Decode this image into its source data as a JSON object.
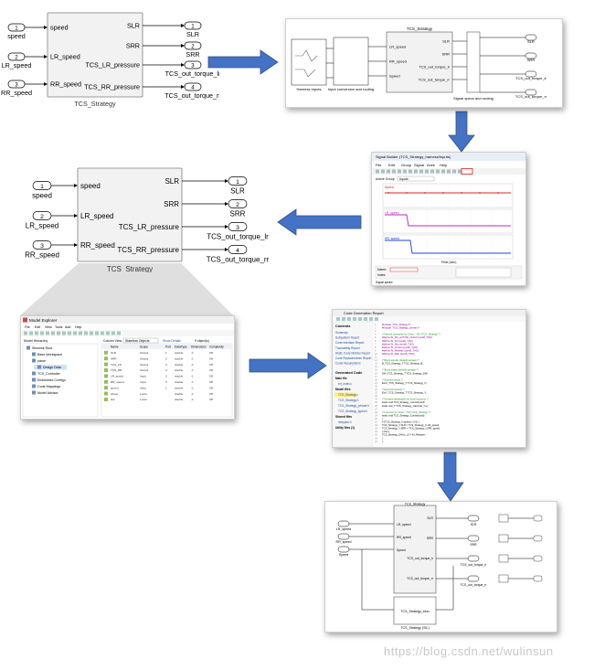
{
  "block1": {
    "inputs": [
      {
        "num": "1",
        "name": "speed",
        "port": "speed"
      },
      {
        "num": "2",
        "name": "LR_speed",
        "port": "LR_speed"
      },
      {
        "num": "3",
        "name": "RR_speed",
        "port": "RR_speed"
      }
    ],
    "outputs": [
      {
        "num": "1",
        "name": "SLR",
        "port": "SLR"
      },
      {
        "num": "2",
        "name": "SRR",
        "port": "SRR"
      },
      {
        "num": "3",
        "name": "TCS_out_torque_lr",
        "port": "TCS_LR_pressure"
      },
      {
        "num": "4",
        "name": "TCS_out_torque_rr",
        "port": "TCS_RR_pressure"
      }
    ],
    "title": "TCS_Strategy"
  },
  "block2": {
    "inputs": [
      {
        "num": "1",
        "name": "speed",
        "port": "speed"
      },
      {
        "num": "2",
        "name": "LR_speed",
        "port": "LR_speed"
      },
      {
        "num": "3",
        "name": "RR_speed",
        "port": "RR_speed"
      }
    ],
    "outputs": [
      {
        "num": "1",
        "name": "SLR",
        "port": "SLR"
      },
      {
        "num": "2",
        "name": "SRR",
        "port": "SRR"
      },
      {
        "num": "3",
        "name": "TCS_out_torque_lr",
        "port": "TCS_LR_pressure"
      },
      {
        "num": "4",
        "name": "TCS_out_torque_rr",
        "port": "TCS_RR_pressure"
      }
    ],
    "title": "TCS_Strategy"
  },
  "harness": {
    "left_block": "Harness Inputs",
    "router": "Input conversion and routing",
    "center_block": "TCS_Strategy",
    "center_ports_in": [
      "LR_speed",
      "RR_speed",
      "Speed"
    ],
    "center_ports_out": [
      "SLR",
      "SRR",
      "TCS_out_torque_lr",
      "TCS_out_torque_rr"
    ],
    "out_router": "Signal specs and routing",
    "outports": [
      "SLR",
      "SRR",
      "TCS_out_torque_lr",
      "TCS_out_torque_rr"
    ]
  },
  "scope": {
    "title": "Signal Builder (TCS_Strategy_harness/Inputs)",
    "menu": [
      "File",
      "Edit",
      "Group",
      "Signal",
      "Axes",
      "Help"
    ],
    "group_label": "Active Group",
    "group_value": "Inputs",
    "signals": [
      "Speed",
      "LR_speed",
      "RR_speed"
    ],
    "xlabel": "Time (sec)",
    "footer_left": "Name:",
    "footer_left2": "Index:",
    "status": "Signal speed"
  },
  "explorer": {
    "title": "Model Explorer",
    "menu": [
      "File",
      "Edit",
      "View",
      "Tools",
      "Add",
      "Help"
    ],
    "hierarchy_label": "Model Hierarchy",
    "tree": [
      "Simulink Root",
      "Base Workspace",
      "parse",
      "Design Data",
      "TCS_Controller",
      "Embedded Configu",
      "Code Mappings",
      "Model Advisor"
    ],
    "filter_label": "Column View:",
    "filter_value": "Stateflow Objects",
    "show_details": "Show Details",
    "count": "9 object(s)",
    "columns": [
      "Name",
      "Scope",
      "Port",
      "DataType",
      "Dimensions",
      "Complexity"
    ],
    "rows": [
      [
        "SLR",
        "Output",
        "1",
        "double",
        "-1",
        "Off"
      ],
      [
        "SRR",
        "Output",
        "2",
        "double",
        "-1",
        "Off"
      ],
      [
        "TCS_LR",
        "Output",
        "3",
        "double",
        "-1",
        "Off"
      ],
      [
        "TCS_RR",
        "Output",
        "4",
        "double",
        "-1",
        "Off"
      ],
      [
        "LR_speed",
        "Input",
        "2",
        "double",
        "-1",
        "Off"
      ],
      [
        "RR_speed",
        "Input",
        "3",
        "double",
        "-1",
        "Off"
      ],
      [
        "speed",
        "Input",
        "1",
        "double",
        "-1",
        "Off"
      ],
      [
        "wheel",
        "Local",
        "",
        "double",
        "-1",
        "Off"
      ],
      [
        "slip",
        "Local",
        "",
        "double",
        "-1",
        "Off"
      ]
    ]
  },
  "codegen": {
    "title": "Code Generation Report",
    "nav_head": "Contents",
    "nav": [
      "Summary",
      "Subsystem Report",
      "Code Interface Report",
      "Traceability Report",
      "Static Code Metrics Report",
      "Code Replacements Report",
      "Coder Assumptions"
    ],
    "gen_head": "Generated Code",
    "gen_items": [
      "Main file",
      "ert_main.c",
      "Model files",
      "TCS_Strategy.c",
      "TCS_Strategy.h",
      "TCS_Strategy_private.h",
      "TCS_Strategy_types.h",
      "Shared files",
      "rtwtypes.h",
      "Utility files (1)"
    ],
    "code": [
      "#include \"TCS_Strategy.h\"",
      "#include \"TCS_Strategy_private.h\"",
      "",
      "/* Named constants for Chart: '<S1>/TCS_Strategy' */",
      "#define IN_NO_ACTIVE_CHILD     ((uint8_T)0U)",
      "#define IN_Init                ((uint8_T)1U)",
      "#define IN_Slip                ((uint8_T)2U)",
      "#define IN_Control             ((uint8_T)3U)",
      "#define IN_Release             ((uint8_T)4U)",
      "#define IN_Wait                ((uint8_T)5U)",
      "",
      "/* Block signals (default storage) */",
      "B_TCS_Strategy_T TCS_Strategy_B;",
      "",
      "/* Block states (default storage) */",
      "DW_TCS_Strategy_T TCS_Strategy_DW;",
      "",
      "/* External inputs */",
      "ExtU_TCS_Strategy_T TCS_Strategy_U;",
      "",
      "/* External outputs */",
      "ExtY_TCS_Strategy_T TCS_Strategy_Y;",
      "",
      "/* Forward declaration for local functions */",
      "static void TCS_Strategy_Control(void);",
      "static real_T TCS_Strategy_calc(real_T u);",
      "",
      "/* Function for Chart: '<S1>/TCS_Strategy' */",
      "static void TCS_Strategy_Control(void)",
      "{",
      "  if (TCS_Strategy_U.speed > 0.0) {",
      "    TCS_Strategy_Y.SLR = TCS_Strategy_U.LR_speed;",
      "    TCS_Strategy_Y.SRR = TCS_Strategy_U.RR_speed;",
      "  } else {",
      "    TCS_Strategy_DW.is_c3 = IN_Release;",
      "  }",
      "}"
    ]
  },
  "sil": {
    "center_block": "TCS_Strategy",
    "inputs": [
      "LR_speed",
      "RR_speed",
      "Speed"
    ],
    "outputs": [
      "SLR",
      "SRR",
      "TCS_out_torque_lr",
      "TCS_out_torque_rr"
    ],
    "sfun_label": "TCS_Strategy_sfun",
    "bottom_label": "TCS_Strategy (SIL)"
  },
  "watermark": "https://blog.csdn.net/wulinsun",
  "colors": {
    "arrow": "#4472c4",
    "block_fill": "#f2f2f2",
    "accent_red": "#e02020"
  }
}
